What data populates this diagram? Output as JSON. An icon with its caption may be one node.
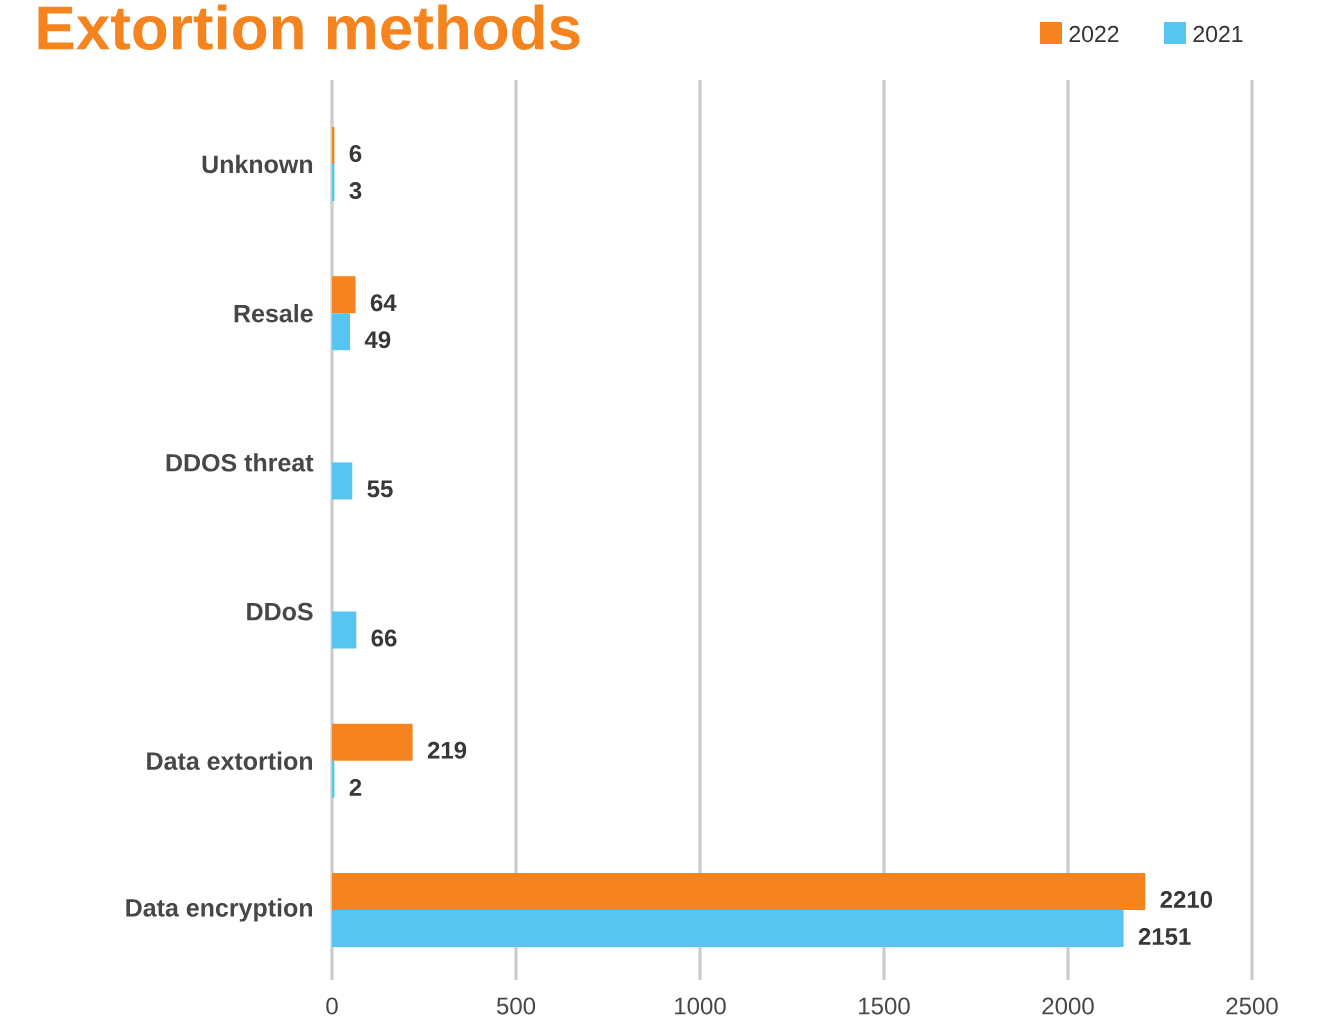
{
  "diagram": {
    "chart_data": {
      "type": "bar",
      "orientation": "horizontal",
      "title": "Extortion methods",
      "categories": [
        "Unknown",
        "Resale",
        "DDOS threat",
        "DDoS",
        "Data extortion",
        "Data encryption"
      ],
      "series": [
        {
          "name": "2022",
          "color": "#f5841f",
          "values": [
            6,
            64,
            null,
            null,
            219,
            2210
          ]
        },
        {
          "name": "2021",
          "color": "#56c5f0",
          "values": [
            3,
            49,
            55,
            66,
            2,
            2151
          ]
        }
      ],
      "xlim": [
        0,
        2500
      ],
      "xticks": [
        0,
        500,
        1000,
        1500,
        2000,
        2500
      ],
      "data_labels": true,
      "grid": "x",
      "legend": "top right"
    }
  }
}
